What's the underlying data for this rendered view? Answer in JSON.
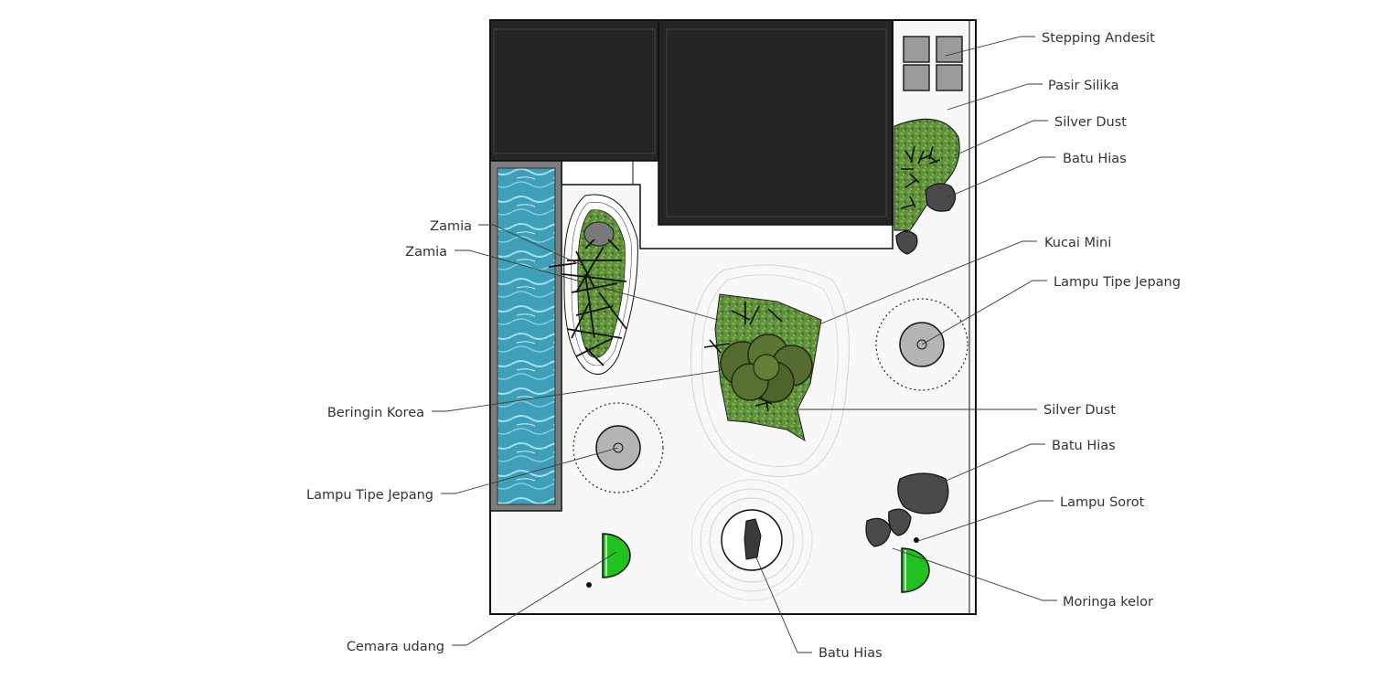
{
  "plan": {
    "labels": {
      "stepping_andesit": "Stepping Andesit",
      "pasir_silika": "Pasir Silika",
      "silver_dust_top": "Silver Dust",
      "batu_hias_top": "Batu Hias",
      "kucai_mini": "Kucai Mini",
      "lampu_tipe_jepang_right": "Lampu Tipe Jepang",
      "silver_dust_mid": "Silver Dust",
      "batu_hias_right": "Batu Hias",
      "lampu_sorot": "Lampu Sorot",
      "moringa_kelor": "Moringa kelor",
      "batu_hias_bottom": "Batu Hias",
      "zamia_1": "Zamia",
      "zamia_2": "Zamia",
      "beringin_korea": "Beringin Korea",
      "lampu_tipe_jepang_left": "Lampu Tipe Jepang",
      "cemara_udang": "Cemara udang"
    },
    "colors": {
      "roof": "#252525",
      "pool": "#3f9fb8",
      "pool_light": "#8fd3e3",
      "pool_border": "#7d7d7d",
      "lawn": "#5e8f3a",
      "shrub": "#556b2f",
      "lamp": "#b4b4b4",
      "moringa": "#1fc21f",
      "stone": "#4a4a4a",
      "sand": "#f8f8f8"
    }
  }
}
